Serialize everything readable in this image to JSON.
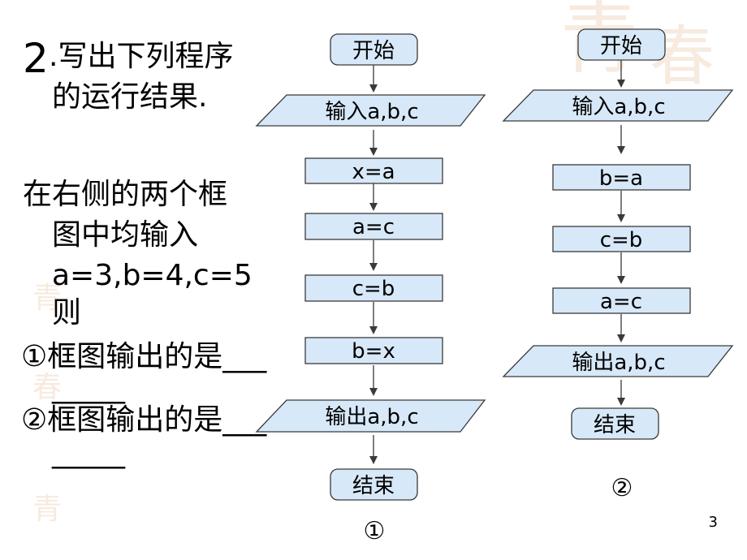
{
  "problem": {
    "number": "2",
    "title_line1": ".写出下列程序",
    "title_line2": "的运行结果.",
    "cond_line1": "在右侧的两个框",
    "cond_line2": "图中均输入",
    "cond_line3": "a=3,b=4,c=5",
    "cond_line4": "则",
    "q1_line1": "①框图输出的是___",
    "q1_line2": "_____",
    "q2_line1": "②框图输出的是___",
    "q2_line2": "_____"
  },
  "flowchart1": {
    "start": "开始",
    "input": "输入a,b,c",
    "steps": [
      "x=a",
      "a=c",
      "c=b",
      "b=x"
    ],
    "output": "输出a,b,c",
    "end": "结束",
    "caption": "①"
  },
  "flowchart2": {
    "start": "开始",
    "input": "输入a,b,c",
    "steps": [
      "b=a",
      "c=b",
      "a=c"
    ],
    "output": "输出a,b,c",
    "end": "结束",
    "caption": "②"
  },
  "page_number": "3",
  "colors": {
    "shape_fill": "#d7e8f8",
    "shape_stroke": "#3a3a3a",
    "seal": "#f2d9c6"
  }
}
